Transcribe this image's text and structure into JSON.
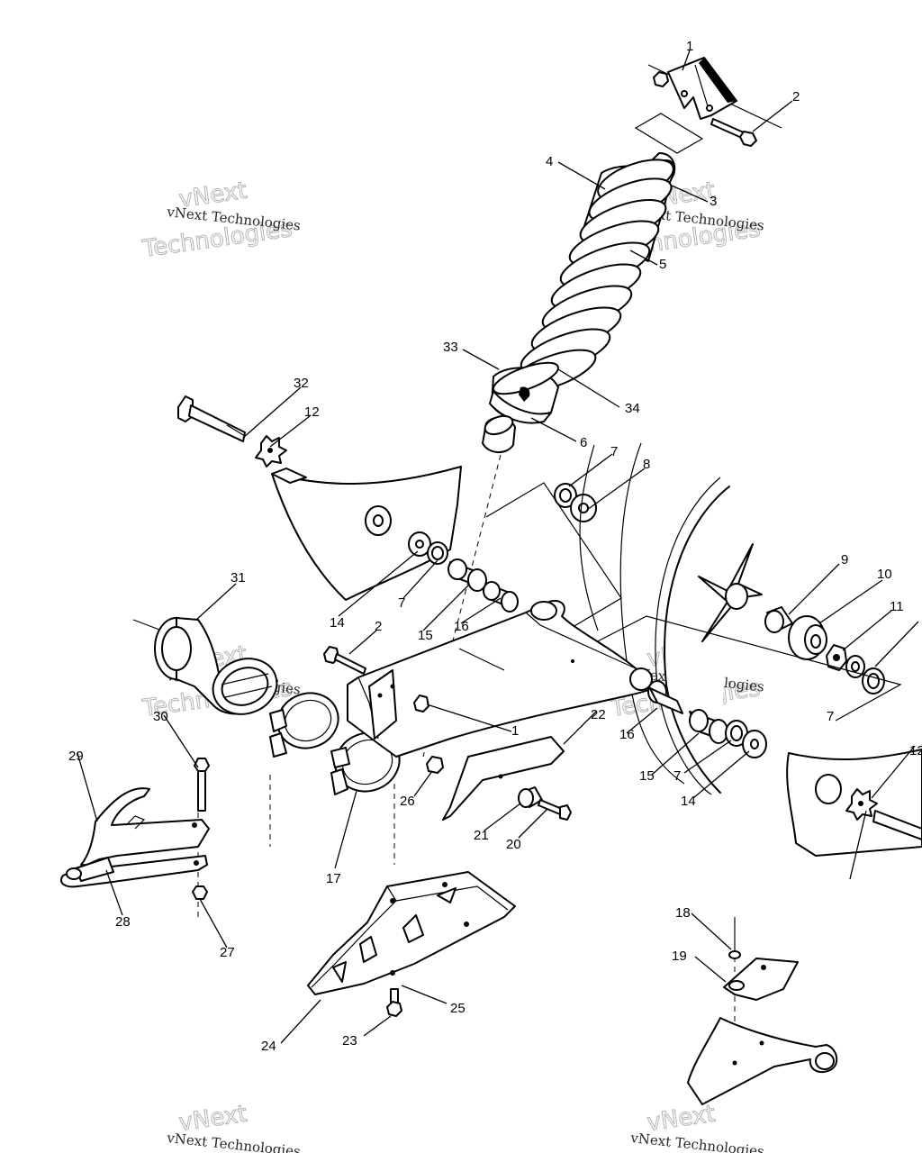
{
  "watermark": {
    "line1": "vNext",
    "line2": "Technologies",
    "small": "vNext Technologies"
  },
  "callouts": {
    "c1_top": "1",
    "c2_top": "2",
    "c3": "3",
    "c4": "4",
    "c5": "5",
    "c33": "33",
    "c34": "34",
    "c6": "6",
    "c32": "32",
    "c12_left": "12",
    "c7_a": "7",
    "c8": "8",
    "c9": "9",
    "c10": "10",
    "c11": "11",
    "c31": "31",
    "c14_left": "14",
    "c7_b": "7",
    "c15_left": "15",
    "c16_left": "16",
    "c2_mid": "2",
    "c1_mid": "1",
    "c22": "22",
    "c16_right": "16",
    "c7_c": "7",
    "c12_right": "12",
    "c30": "30",
    "c29": "29",
    "c15_right": "15",
    "c7_d": "7",
    "c14_right": "14",
    "c26": "26",
    "c21": "21",
    "c20": "20",
    "c17": "17",
    "c28": "28",
    "c27": "27",
    "c18": "18",
    "c19": "19",
    "c25": "25",
    "c23": "23",
    "c24": "24"
  }
}
